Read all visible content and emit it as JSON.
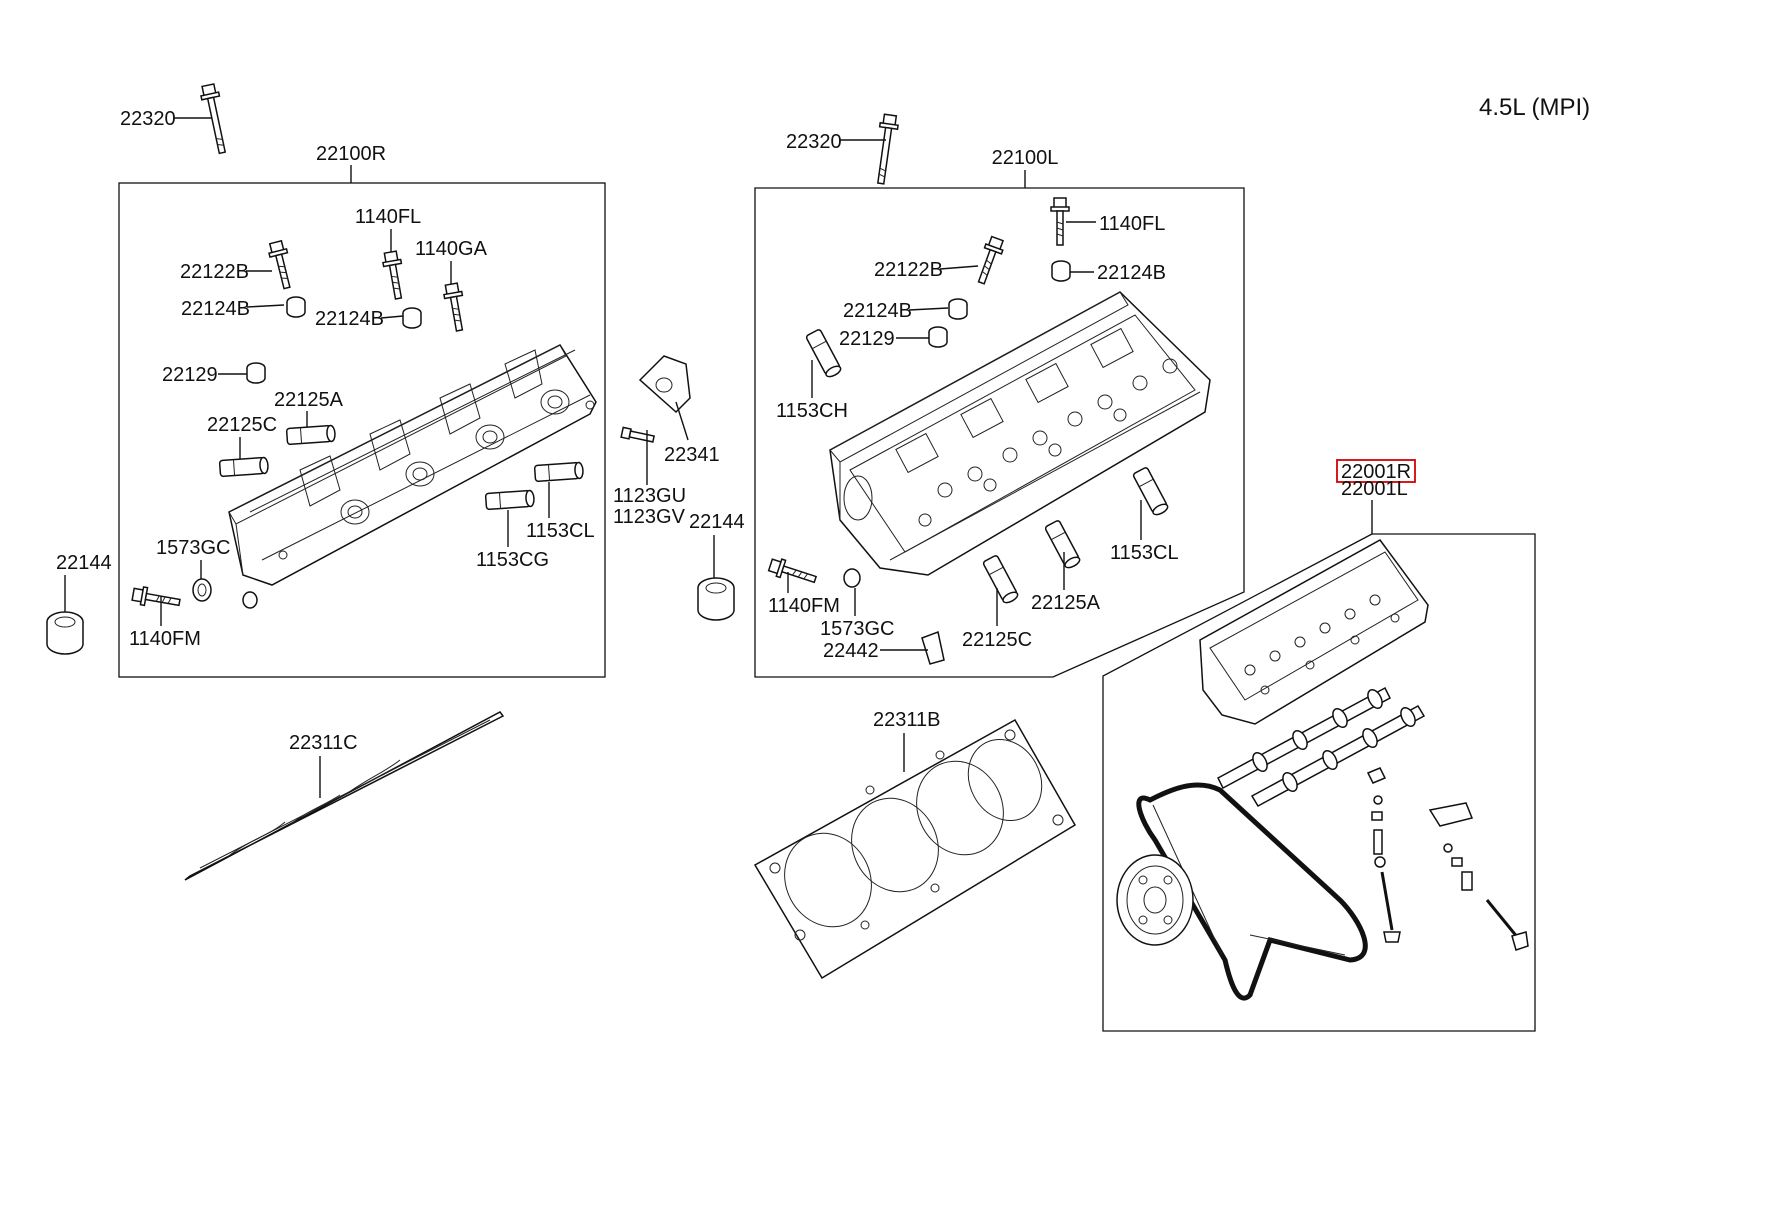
{
  "title": "4.5L (MPI)",
  "highlight_color": "#d40000",
  "callouts": {
    "bolt_22320_left": "22320",
    "head_right_assy": "22100R",
    "bolt_1140fl_right": "1140FL",
    "bolt_1140ga": "1140GA",
    "bolt_22122b_right": "22122B",
    "bush_22124b_right_a": "22124B",
    "bush_22124b_right_b": "22124B",
    "plug_22129_right": "22129",
    "tube_22125a_right": "22125A",
    "tube_22125c_right": "22125C",
    "seal_1573gc_right": "1573GC",
    "bolt_1140fm_right": "1140FM",
    "tube_1153cg": "1153CG",
    "tube_1153cl_right": "1153CL",
    "plug_22144_left": "22144",
    "cover_22341": "22341",
    "bolt_1123gu": "1123GU",
    "bolt_1123gv": "1123GV",
    "plug_22144_mid": "22144",
    "bolt_22320_mid": "22320",
    "head_left_assy": "22100L",
    "bolt_1140fl_left": "1140FL",
    "bolt_22122b_left": "22122B",
    "bush_22124b_left_a": "22124B",
    "bush_22124b_left_b": "22124B",
    "plug_22129_left": "22129",
    "tube_1153ch": "1153CH",
    "tube_1153cl_left": "1153CL",
    "bolt_1140fm_left": "1140FM",
    "seal_1573gc_left": "1573GC",
    "key_22442": "22442",
    "tube_22125a_left": "22125A",
    "tube_22125c_left": "22125C",
    "head_sub_assy_r": "22001R",
    "head_sub_assy_l": "22001L",
    "gasket_22311c": "22311C",
    "gasket_22311b": "22311B"
  }
}
